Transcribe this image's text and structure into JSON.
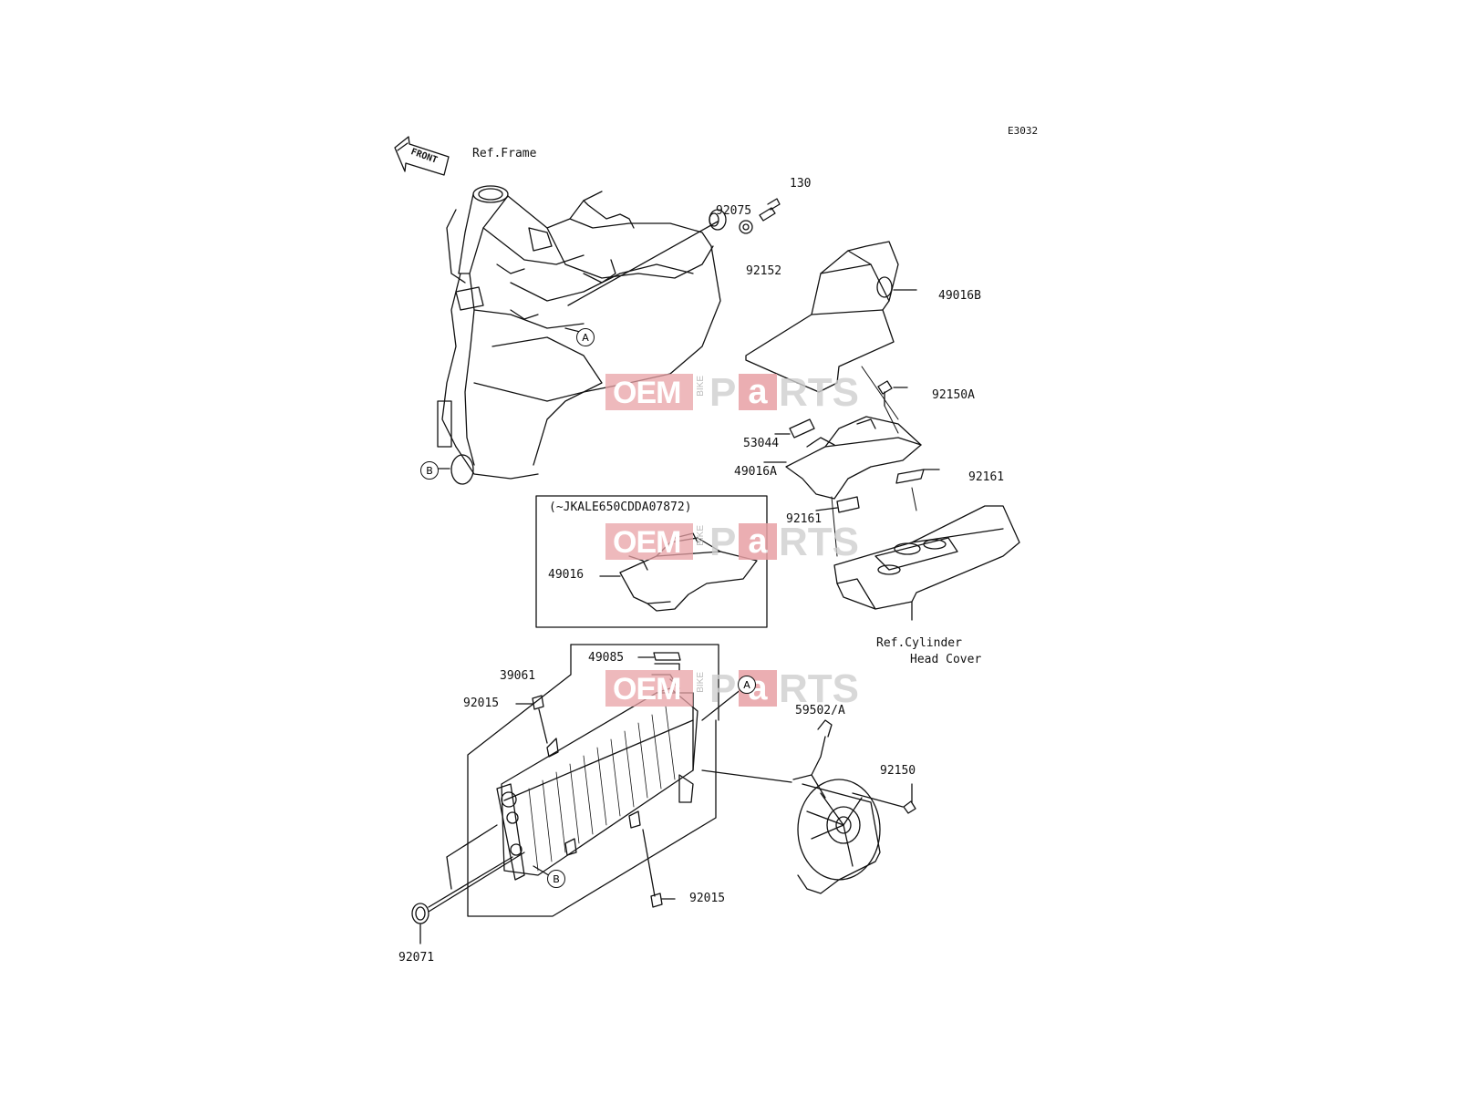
{
  "diagram": {
    "code": "E3032",
    "front_label": "FRONT",
    "ref_frame": "Ref.Frame",
    "ref_cylinder_line1": "Ref.Cylinder",
    "ref_cylinder_line2": "Head Cover",
    "inset_caption": "(~JKALE650CDDA07872)",
    "watermark": {
      "oem": "OEM",
      "bike": "BIKE",
      "p": "P",
      "a": "a",
      "rts": "RTS"
    },
    "callouts": {
      "a": "A",
      "b": "B"
    },
    "parts": {
      "p130": "130",
      "p92075": "92075",
      "p92152": "92152",
      "p49016B": "49016B",
      "p92150A": "92150A",
      "p53044": "53044",
      "p49016A": "49016A",
      "p92161_right": "92161",
      "p92161_left": "92161",
      "p49016": "49016",
      "p49085": "49085",
      "p39061": "39061",
      "p92015_top": "92015",
      "p59502A": "59502/A",
      "p92150": "92150",
      "p92015_bottom": "92015",
      "p92071": "92071"
    }
  },
  "colors": {
    "line": "#111111",
    "watermark_red": "#e8a1a5",
    "watermark_grey": "#cfcfcf"
  }
}
